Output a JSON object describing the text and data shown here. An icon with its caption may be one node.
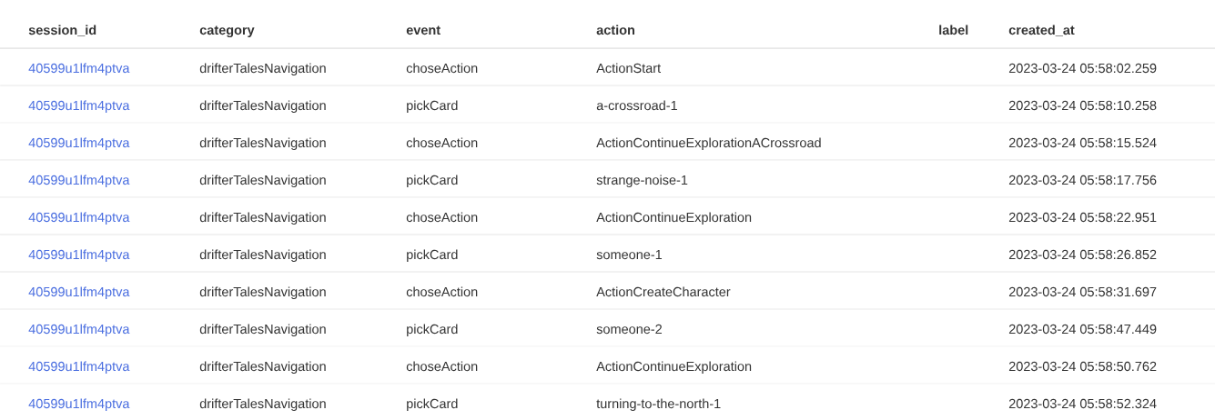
{
  "diagram": {
    "labels": [
      "session_id",
      "category",
      "event",
      "action",
      "label",
      "created_at",
      "40599u1lfm4ptva",
      "drifterTalesNavigation",
      "choseAction",
      "ActionStart",
      "2023-03-24 05:58:02.259",
      "40599u1lfm4ptva",
      "drifterTalesNavigation",
      "pickCard",
      "a-crossroad-1",
      "2023-03-24 05:58:10.258",
      "40599u1lfm4ptva",
      "drifterTalesNavigation",
      "choseAction",
      "ActionContinueExplorationACrossroad",
      "2023-03-24 05:58:15.524",
      "40599u1lfm4ptva",
      "drifterTalesNavigation",
      "pickCard",
      "strange-noise-1",
      "2023-03-24 05:58:17.756",
      "40599u1lfm4ptva",
      "drifterTalesNavigation",
      "choseAction",
      "ActionContinueExploration",
      "2023-03-24 05:58:22.951",
      "40599u1lfm4ptva",
      "drifterTalesNavigation",
      "pickCard",
      "someone-1",
      "2023-03-24 05:58:26.852",
      "40599u1lfm4ptva",
      "drifterTalesNavigation",
      "choseAction",
      "ActionCreateCharacter",
      "2023-03-24 05:58:31.697",
      "40599u1lfm4ptva",
      "drifterTalesNavigation",
      "pickCard",
      "someone-2",
      "2023-03-24 05:58:47.449",
      "40599u1lfm4ptva",
      "drifterTalesNavigation",
      "choseAction",
      "ActionContinueExploration",
      "2023-03-24 05:58:50.762",
      "40599u1lfm4ptva",
      "drifterTalesNavigation",
      "pickCard",
      "turning-to-the-north-1",
      "2023-03-24 05:58:52.324"
    ]
  }
}
